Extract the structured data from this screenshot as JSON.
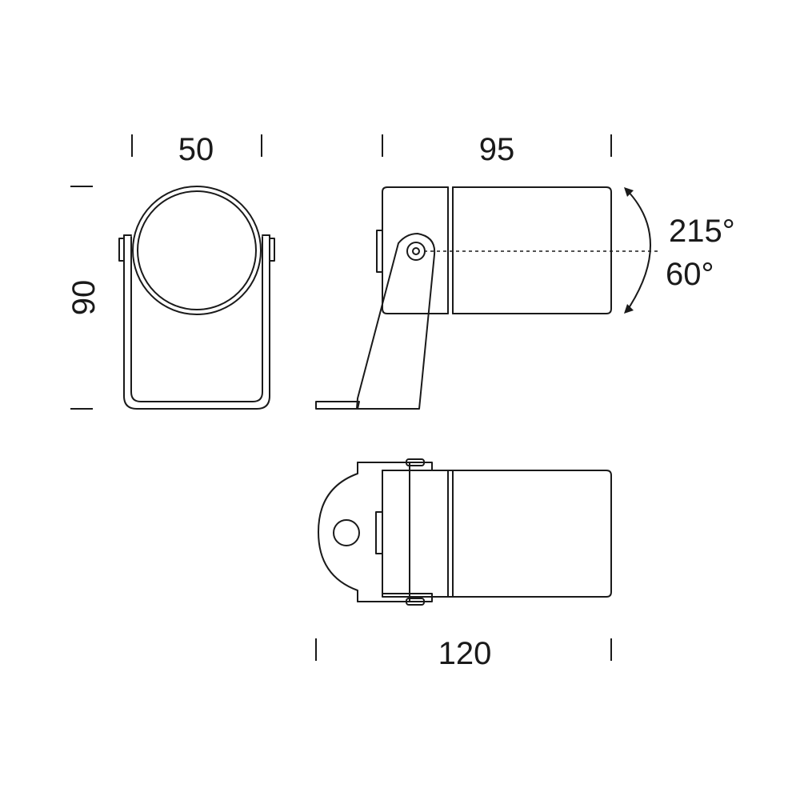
{
  "dimensions": {
    "front_width": "50",
    "height": "90",
    "side_length": "95",
    "top_length": "120"
  },
  "rotation": {
    "upward_angle": "215°",
    "downward_angle": "60°"
  },
  "colors": {
    "line": "#1a1a1a",
    "background": "#ffffff"
  }
}
